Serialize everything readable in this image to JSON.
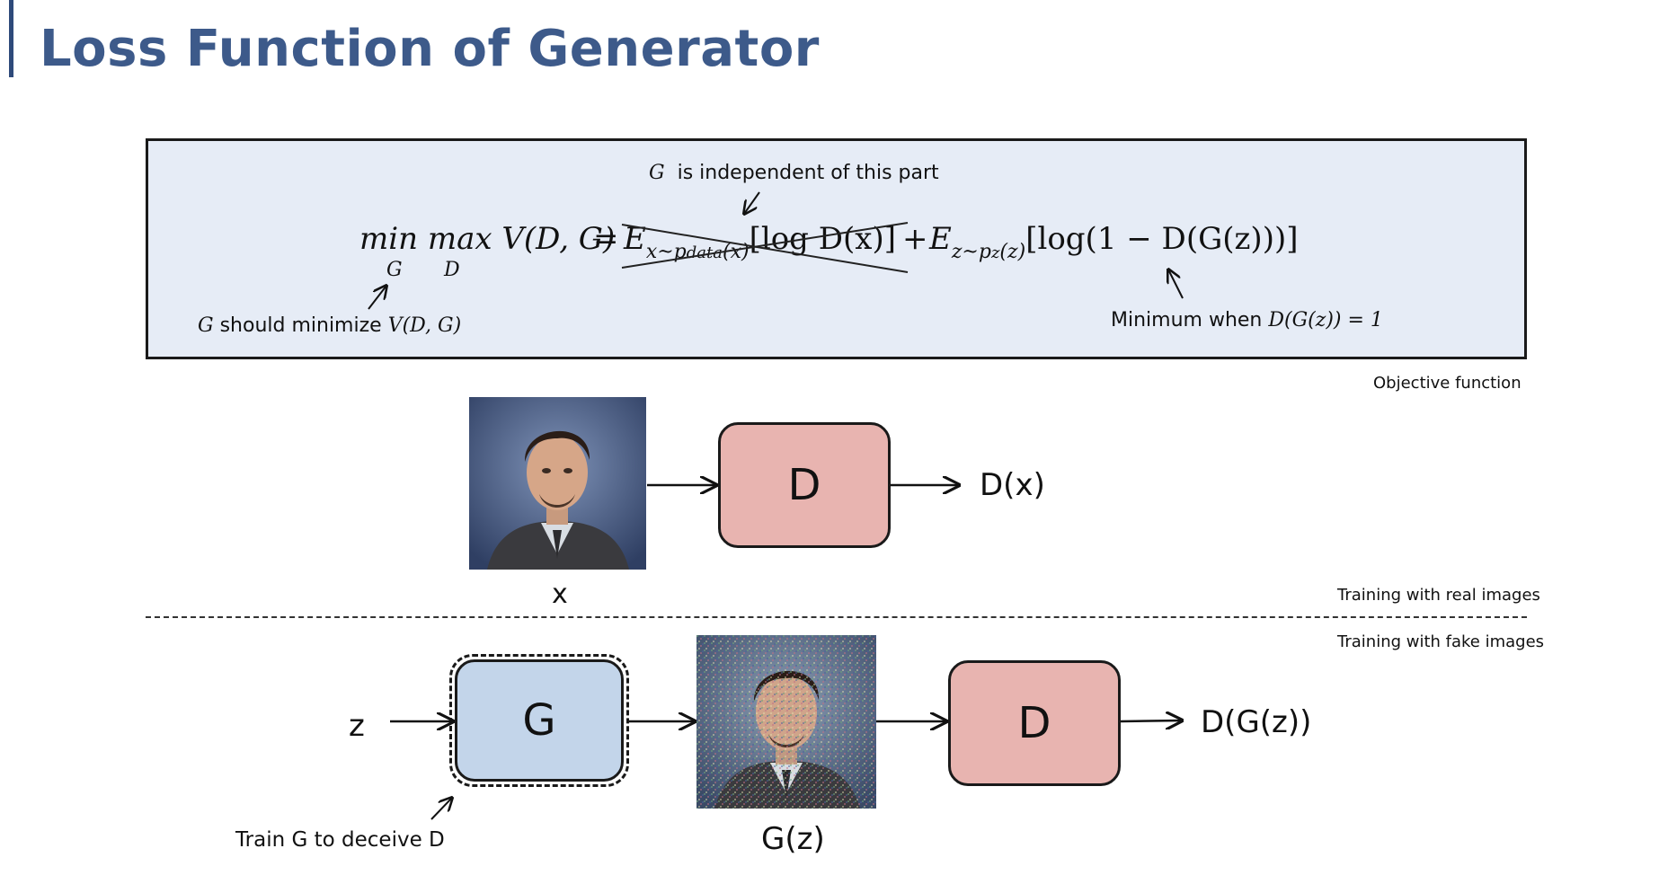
{
  "title": "Loss Function of Generator",
  "objective": {
    "top_note_var": "G",
    "top_note_text": "is independent of this part",
    "equation": {
      "min": "min",
      "min_sub": "G",
      "max": "max",
      "max_sub": "D",
      "lhs": "V(D, G)",
      "eq_sign": "=",
      "e1": "E",
      "e1_sub": "x~p",
      "e1_sub2": "data",
      "e1_sub3": "(x)",
      "e1_body": "[log D(x)]",
      "plus": "+",
      "e2": "E",
      "e2_sub": "z~p",
      "e2_sub2": "z",
      "e2_sub3": "(z)",
      "e2_body": "[log(1  − D(G(z)))]"
    },
    "left_note_var": "G",
    "left_note_text": "should minimize",
    "left_note_expr": "V(D, G)",
    "right_note_text": "Minimum when",
    "right_note_expr": "D(G(z))  = 1",
    "caption": "Objective function"
  },
  "real_path": {
    "input_label": "x",
    "d_label": "D",
    "output_label": "D(x)",
    "caption": "Training with real images"
  },
  "fake_path": {
    "caption": "Training with fake images",
    "z_label": "z",
    "g_label": "G",
    "gz_label": "G(z)",
    "d_label": "D",
    "output_label": "D(G(z))",
    "train_note": "Train G to deceive D"
  },
  "colors": {
    "title": "#3d5a8a",
    "objective_bg": "#e6ecf6",
    "d_block": "#e8b4b0",
    "g_block": "#c3d5ea"
  },
  "icons": [
    "portrait-photo",
    "noisy-portrait-photo"
  ]
}
